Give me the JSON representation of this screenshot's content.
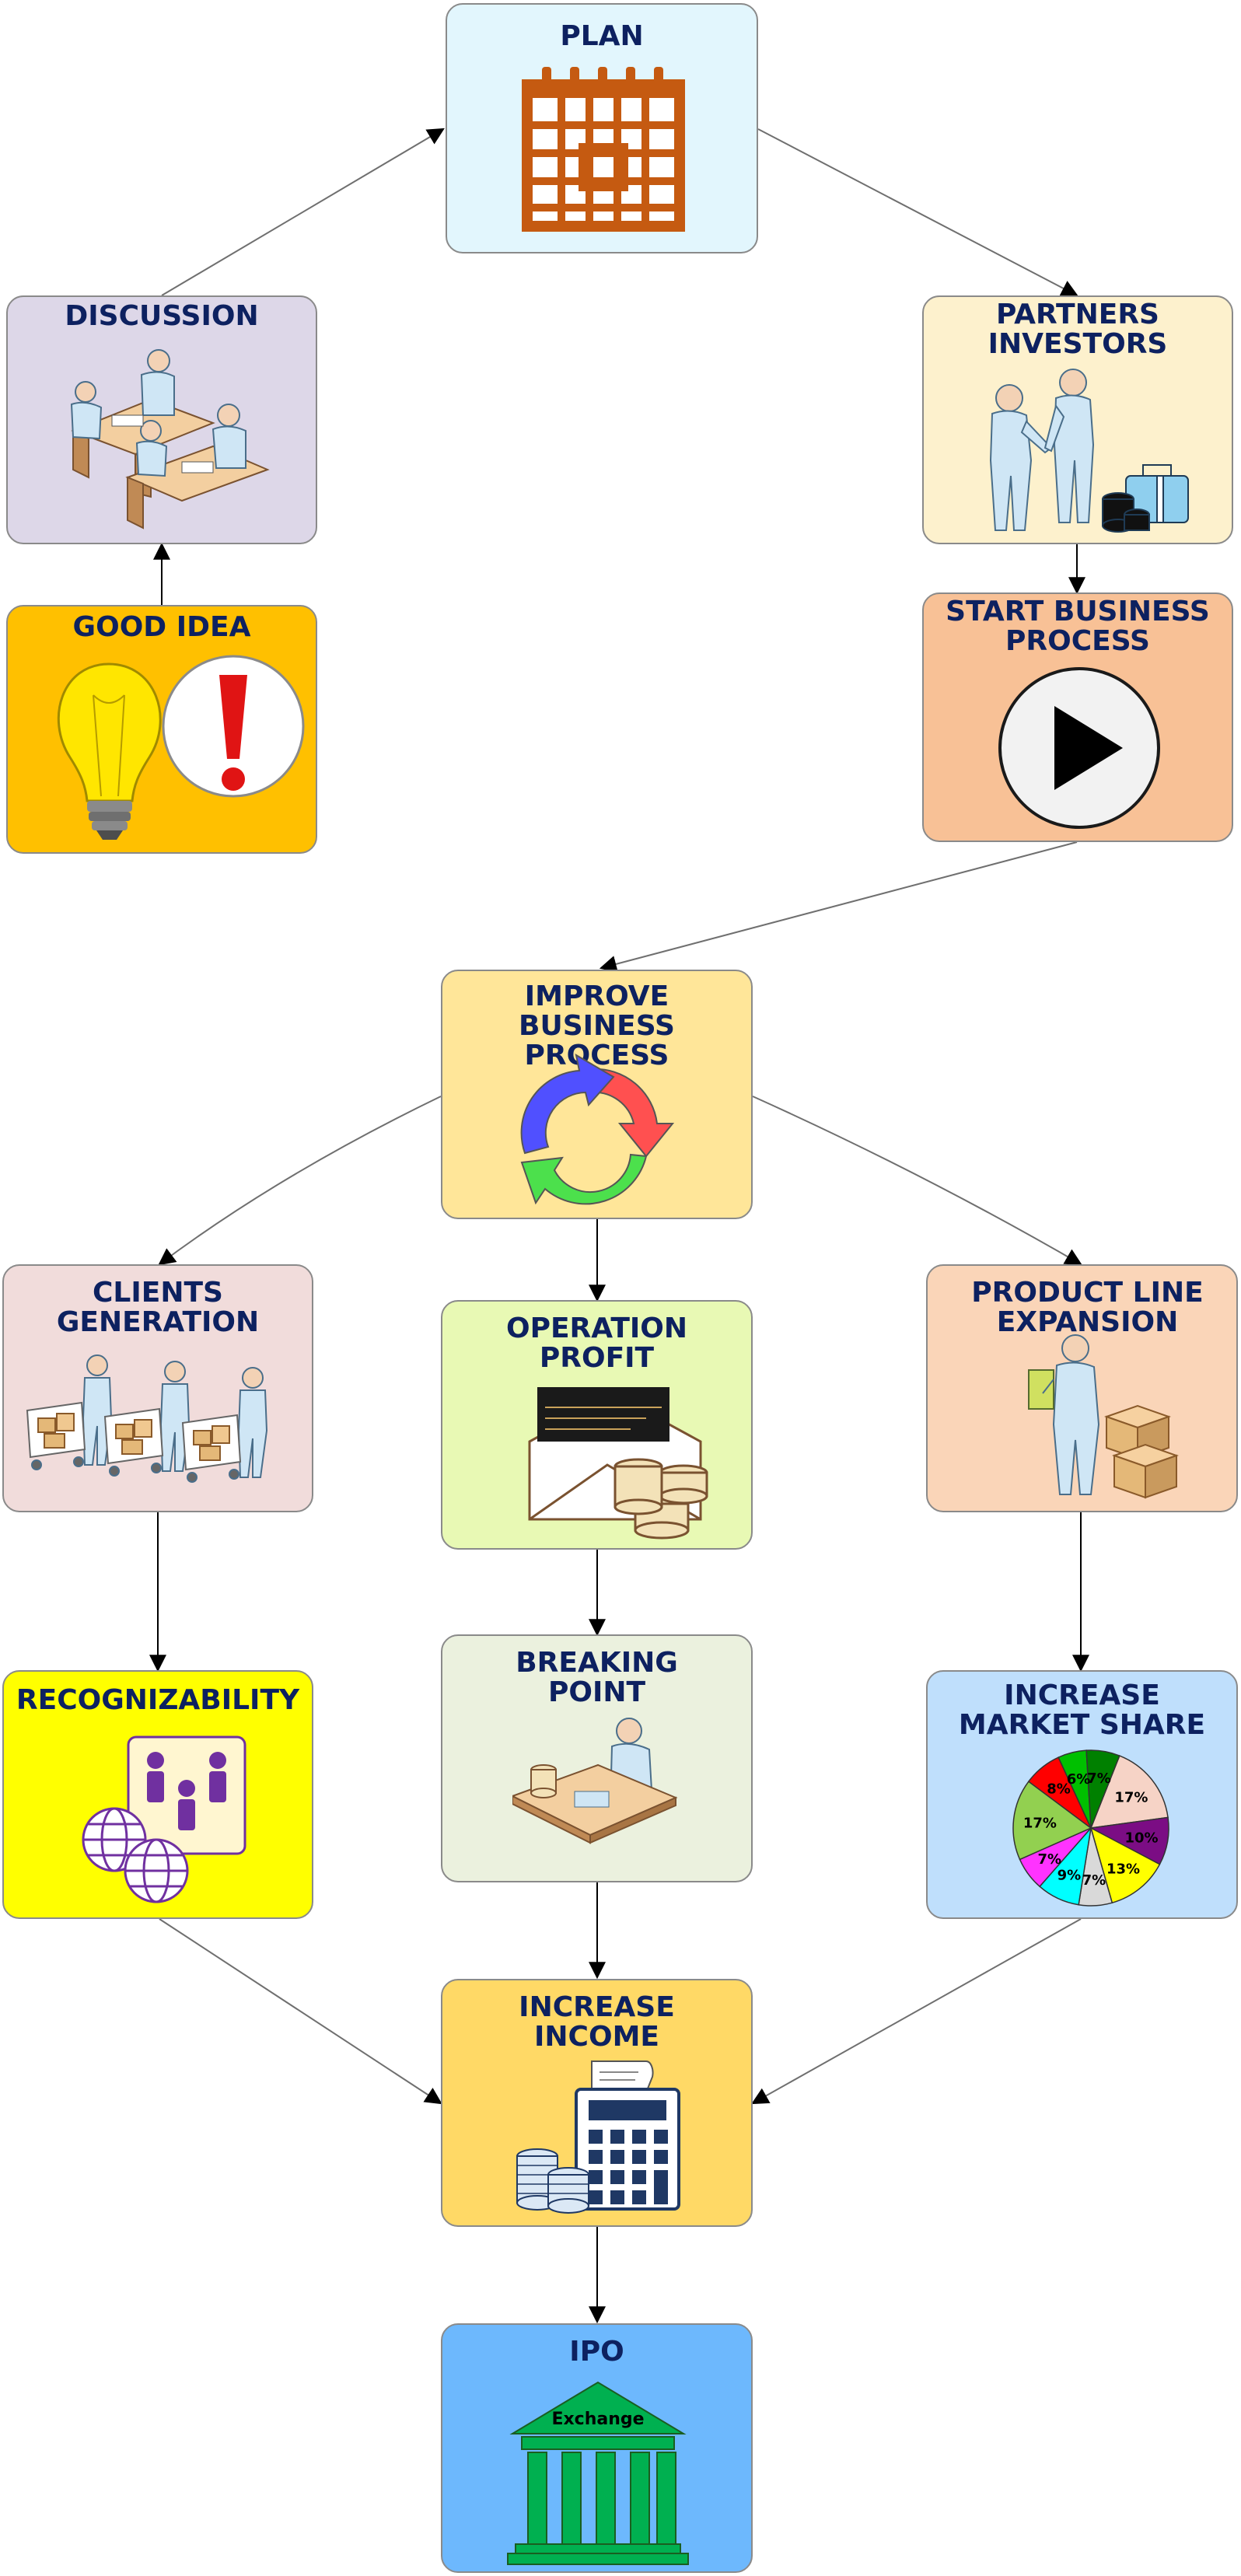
{
  "nodes": {
    "plan": {
      "label": "PLAN",
      "color": "#e2f6fd"
    },
    "discussion": {
      "label": "DISCUSSION",
      "color": "#ddd7e8"
    },
    "partners": {
      "label": "PARTNERS\nINVESTORS",
      "color": "#fdf1cd"
    },
    "good_idea": {
      "label": "GOOD IDEA",
      "color": "#ffc000"
    },
    "start": {
      "label": "START BUSINESS\nPROCESS",
      "color": "#f8c196"
    },
    "improve": {
      "label": "IMPROVE\nBUSINESS PROCESS",
      "color": "#ffe699"
    },
    "clients": {
      "label": "CLIENTS\nGENERATION",
      "color": "#f1dcdb"
    },
    "profit": {
      "label": "OPERATION\nPROFIT",
      "color": "#e8f9b4"
    },
    "product": {
      "label": "PRODUCT LINE\nEXPANSION",
      "color": "#fad5b8"
    },
    "recognize": {
      "label": "RECOGNIZABILITY",
      "color": "#ffff00"
    },
    "breaking": {
      "label": "BREAKING\nPOINT",
      "color": "#ebf1de"
    },
    "market": {
      "label": "INCREASE\nMARKET SHARE",
      "color": "#bfdffc"
    },
    "income": {
      "label": "INCREASE\nINCOME",
      "color": "#ffd966"
    },
    "ipo": {
      "label": "IPO",
      "color": "#6db8fd",
      "sign": "Exchange"
    }
  },
  "pie": [
    {
      "label": "17%",
      "value": 17,
      "color": "#f6d3c6"
    },
    {
      "label": "10%",
      "value": 10,
      "color": "#7b0d84"
    },
    {
      "label": "13%",
      "value": 13,
      "color": "#ffff00"
    },
    {
      "label": "7%",
      "value": 7,
      "color": "#d9d9d9"
    },
    {
      "label": "9%",
      "value": 9,
      "color": "#00ffff"
    },
    {
      "label": "7%",
      "value": 7,
      "color": "#ff33ff"
    },
    {
      "label": "17%",
      "value": 17,
      "color": "#92d050"
    },
    {
      "label": "8%",
      "value": 8,
      "color": "#ff0000"
    },
    {
      "label": "6%",
      "value": 6,
      "color": "#00c000"
    },
    {
      "label": "7%",
      "value": 7,
      "color": "#008000"
    }
  ],
  "edge_color": "#6f6f6f"
}
